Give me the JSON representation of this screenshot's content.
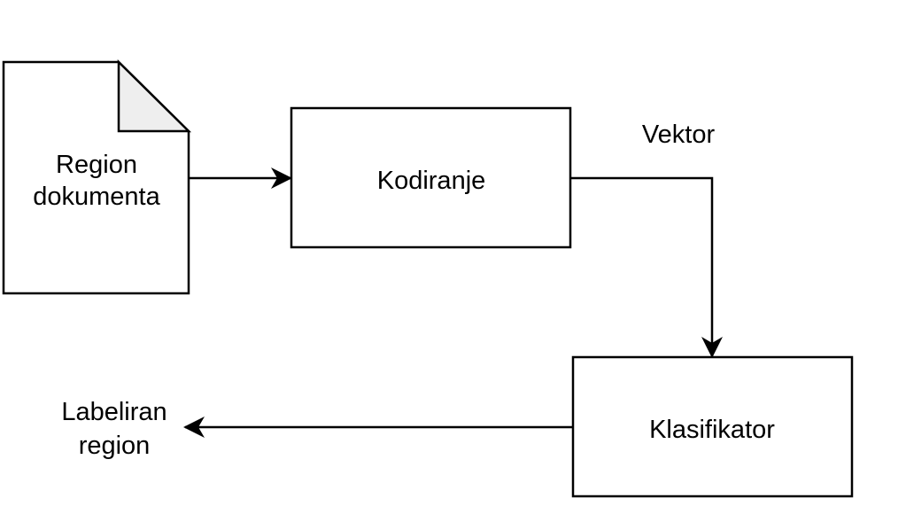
{
  "diagram": {
    "document_node": {
      "line1": "Region",
      "line2": "dokumenta"
    },
    "encoder_node": {
      "label": "Kodiranje"
    },
    "vector_label": "Vektor",
    "classifier_node": {
      "label": "Klasifikator"
    },
    "output_label": {
      "line1": "Labeliran",
      "line2": "region"
    },
    "colors": {
      "stroke": "#000000",
      "fold_fill": "#eeeeee",
      "background": "#ffffff"
    }
  }
}
